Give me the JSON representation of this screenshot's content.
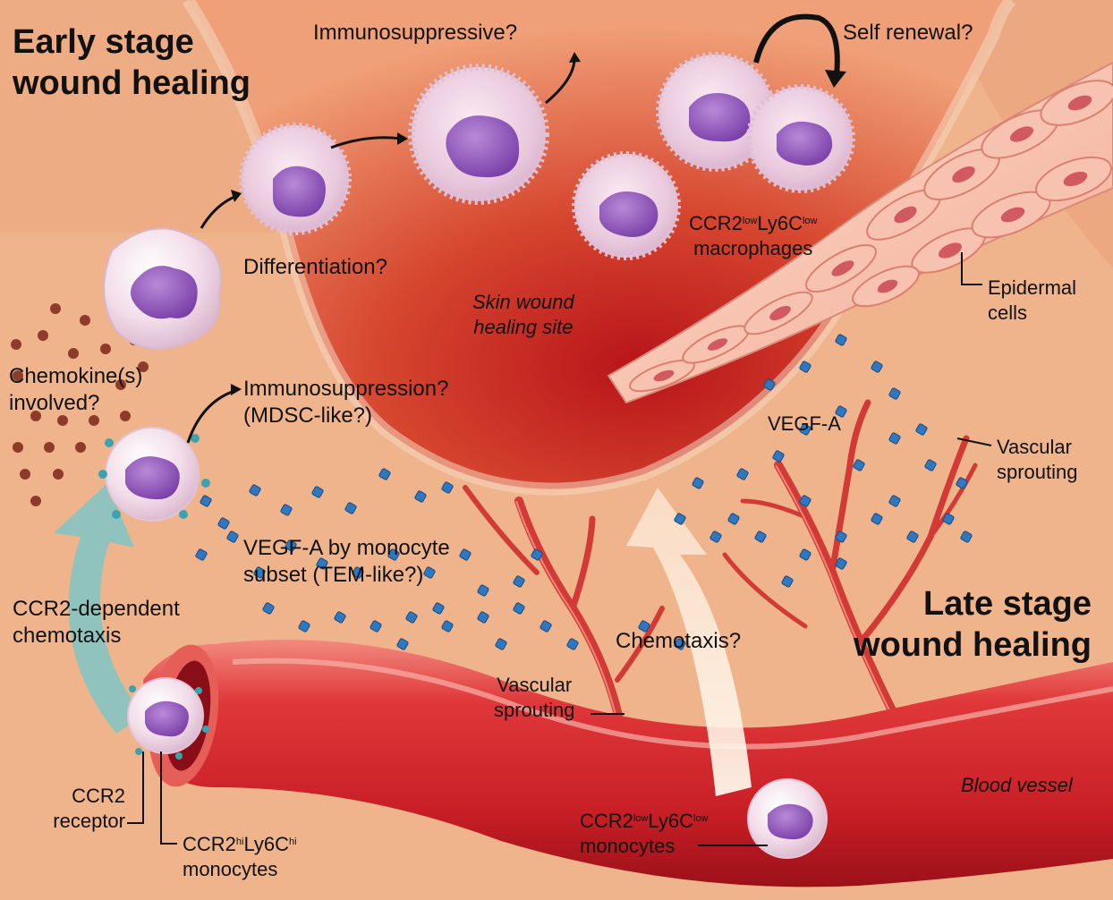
{
  "titles": {
    "early": [
      "Early stage",
      "wound healing"
    ],
    "late": [
      "Late stage",
      "wound healing"
    ]
  },
  "labels": {
    "immunosuppressive": "Immunosuppressive?",
    "self_renewal": "Self renewal?",
    "differentiation": "Differentiation?",
    "macrophages": {
      "base1": "CCR2",
      "sup1": "low",
      "base2": "Ly6C",
      "sup2": "low",
      "line2": "macrophages"
    },
    "skin_wound": [
      "Skin wound",
      "healing site"
    ],
    "epidermal": [
      "Epidermal",
      "cells"
    ],
    "chemokines": [
      "Chemokine(s)",
      "involved?"
    ],
    "immunosuppression": [
      "Immunosuppression?",
      "(MDSC-like?)"
    ],
    "vegf_a": "VEGF-A",
    "vascular_sprouting_right": [
      "Vascular",
      "sprouting"
    ],
    "vegf_monocyte": [
      "VEGF-A by monocyte",
      "subset (TEM-like?)"
    ],
    "ccr2_dependent": [
      "CCR2-dependent",
      "chemotaxis"
    ],
    "chemotaxis_q": "Chemotaxis?",
    "vascular_sprouting_bottom": [
      "Vascular",
      "sprouting"
    ],
    "blood_vessel": "Blood vessel",
    "ccr2_receptor": [
      "CCR2",
      "receptor"
    ],
    "hi_monocytes": {
      "base1": "CCR2",
      "sup1": "hi",
      "base2": "Ly6C",
      "sup2": "hi",
      "line2": "monocytes"
    },
    "low_monocytes": {
      "base1": "CCR2",
      "sup1": "low",
      "base2": "Ly6C",
      "sup2": "low",
      "line2": "monocytes"
    }
  },
  "colors": {
    "tissue": "#f0b48c",
    "wound": "#c52b22",
    "vessel": "#d8282c",
    "cell_nucleus": "#8a55b8",
    "vegf": "#2f78c0",
    "chemokine": "#8c3c28",
    "chemotaxis_arrow": "#7fc6c6"
  }
}
